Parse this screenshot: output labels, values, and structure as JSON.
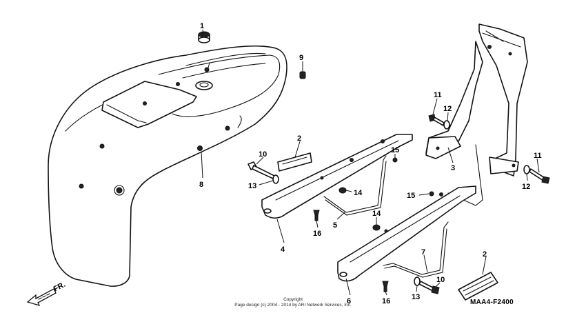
{
  "diagram": {
    "callouts": [
      "1",
      "9",
      "8",
      "2",
      "10",
      "13",
      "4",
      "15",
      "14",
      "5",
      "16",
      "11",
      "12",
      "3",
      "11",
      "12",
      "15",
      "14",
      "7",
      "6",
      "16",
      "13",
      "10",
      "2"
    ],
    "direction_label": "FR.",
    "drawing_code": "MAA4-F2400",
    "copyright_title": "Copyright",
    "copyright_text": "Page design (c) 2004 - 2014 by ARI Network Services, Inc."
  }
}
